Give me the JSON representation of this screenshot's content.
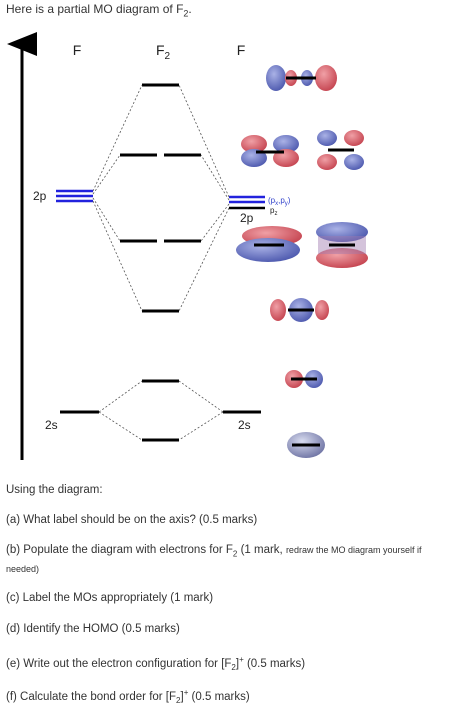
{
  "intro": {
    "text_prefix": "Here is a partial MO diagram of F",
    "text_sub": "2",
    "text_suffix": "."
  },
  "diagram": {
    "left_atom_label": "F",
    "center_molecule_label": "F",
    "center_molecule_sub": "2",
    "right_atom_label": "F",
    "left_2p_label": "2p",
    "left_2s_label": "2s",
    "right_2p_label": "2p",
    "right_2s_label": "2s",
    "right_pxpy_label": "(p",
    "right_pxpy_x": "x",
    "right_pxpy_comma": ",p",
    "right_pxpy_y": "y",
    "right_pxpy_close": ")",
    "right_pz_label": "p",
    "right_pz_sub": "z",
    "colors": {
      "axis": "#000000",
      "level": "#000000",
      "p_subshell": "#2222dd",
      "connector": "#555555",
      "lobe_red": "#d9646e",
      "lobe_blue": "#6f7bc9",
      "label_blue": "#3344cc"
    }
  },
  "questions": {
    "intro": "Using the diagram:",
    "a": "(a) What label should be on the axis? (0.5 marks)",
    "b_prefix": "(b) Populate the diagram with electrons for F",
    "b_sub": "2",
    "b_mark": " (1 mark, ",
    "b_small": "redraw the MO diagram yourself if",
    "b_wrap": "needed)",
    "c": "(c) Label the MOs appropriately (1 mark)",
    "d": "(d) Identify the HOMO (0.5 marks)",
    "e_prefix": "(e) Write out the electron configuration for [F",
    "e_sub": "2",
    "e_mid": "]",
    "e_sup": "+",
    "e_suffix": " (0.5 marks)",
    "f_prefix": "(f) Calculate the bond order for [F",
    "f_sub": "2",
    "f_mid": "]",
    "f_sup": "+",
    "f_suffix": " (0.5 marks)"
  }
}
